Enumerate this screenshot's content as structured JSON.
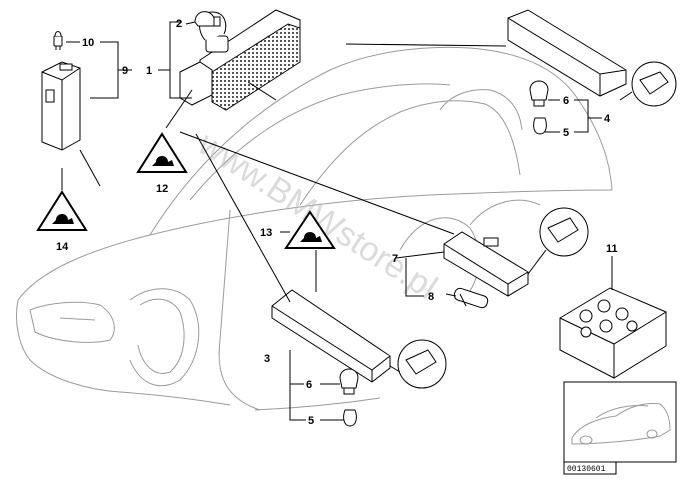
{
  "callouts": {
    "c1": "1",
    "c2": "2",
    "c3": "3",
    "c4": "4",
    "c5a": "5",
    "c5b": "5",
    "c6a": "6",
    "c6b": "6",
    "c7": "7",
    "c8": "8",
    "c9": "9",
    "c10": "10",
    "c11": "11",
    "c12": "12",
    "c13": "13",
    "c14": "14"
  },
  "watermark": "www.BMWstore.pl",
  "thumbnail": {
    "code": "00130601"
  },
  "icons": {
    "warning": "esd-warning-triangle-icon",
    "magnifier": "detail-magnifier-icon"
  }
}
